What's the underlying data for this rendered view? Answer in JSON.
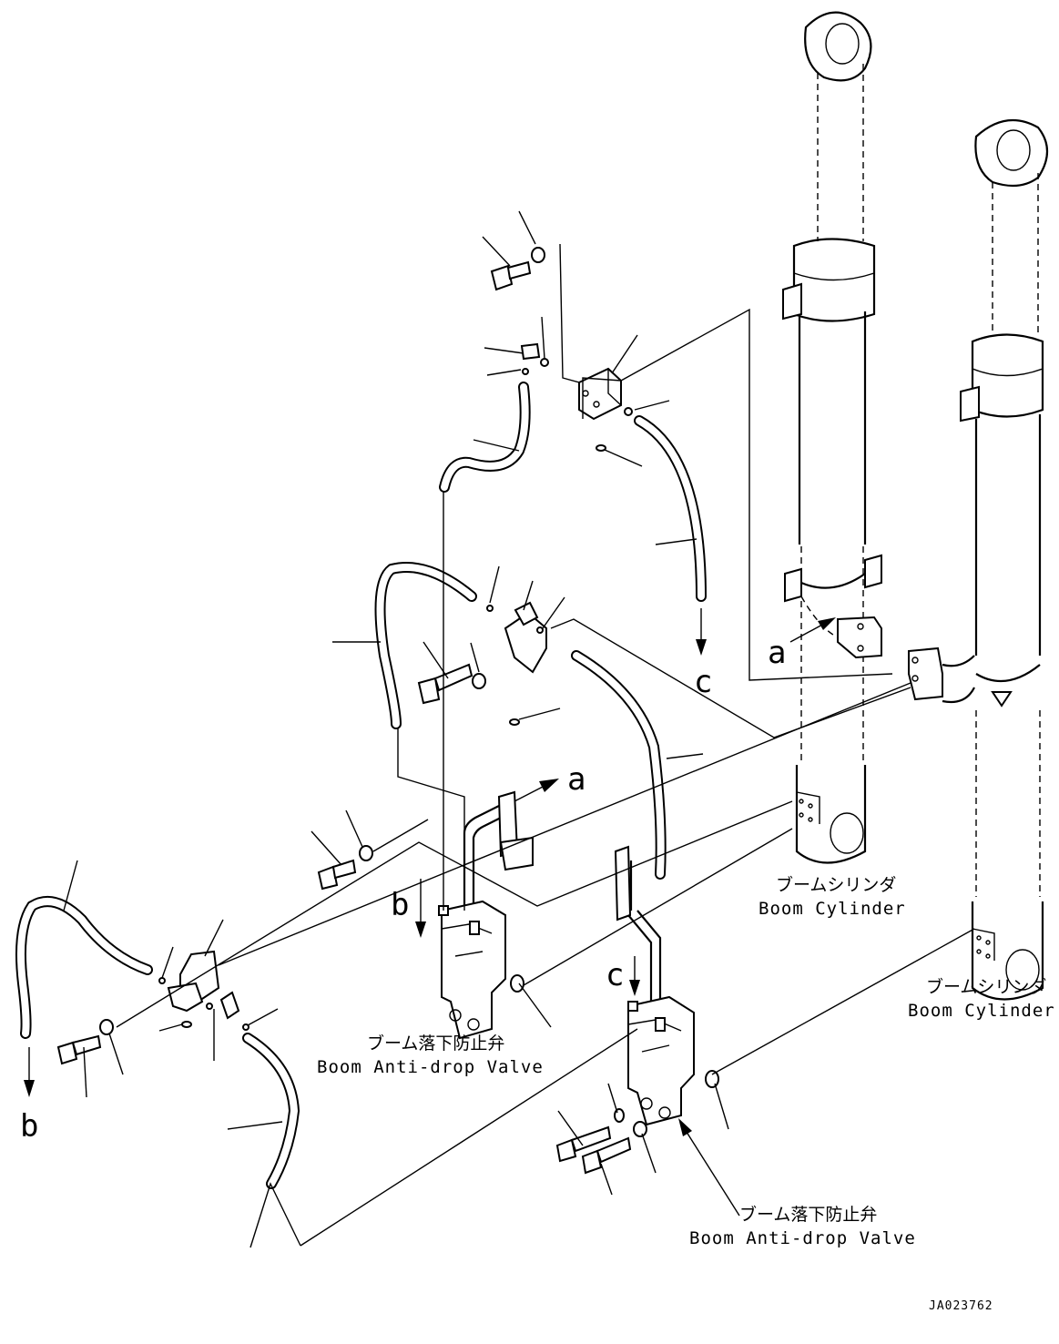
{
  "labels": {
    "boom_cylinder_upper_jp": "ブームシリンダ",
    "boom_cylinder_upper_en": "Boom Cylinder",
    "boom_cylinder_lower_jp": "ブームシリンダ",
    "boom_cylinder_lower_en": "Boom Cylinder",
    "valve_left_jp": "ブーム落下防止弁",
    "valve_left_en": "Boom Anti-drop Valve",
    "valve_right_jp": "ブーム落下防止弁",
    "valve_right_en": "Boom Anti-drop Valve",
    "drawing_code": "JA023762"
  },
  "connection_markers": {
    "a_near_cylinder": "a",
    "a_arrow": "a",
    "b_valve": "b",
    "b_hose_end": "b",
    "c_valve": "c",
    "c_hose_end": "c"
  }
}
